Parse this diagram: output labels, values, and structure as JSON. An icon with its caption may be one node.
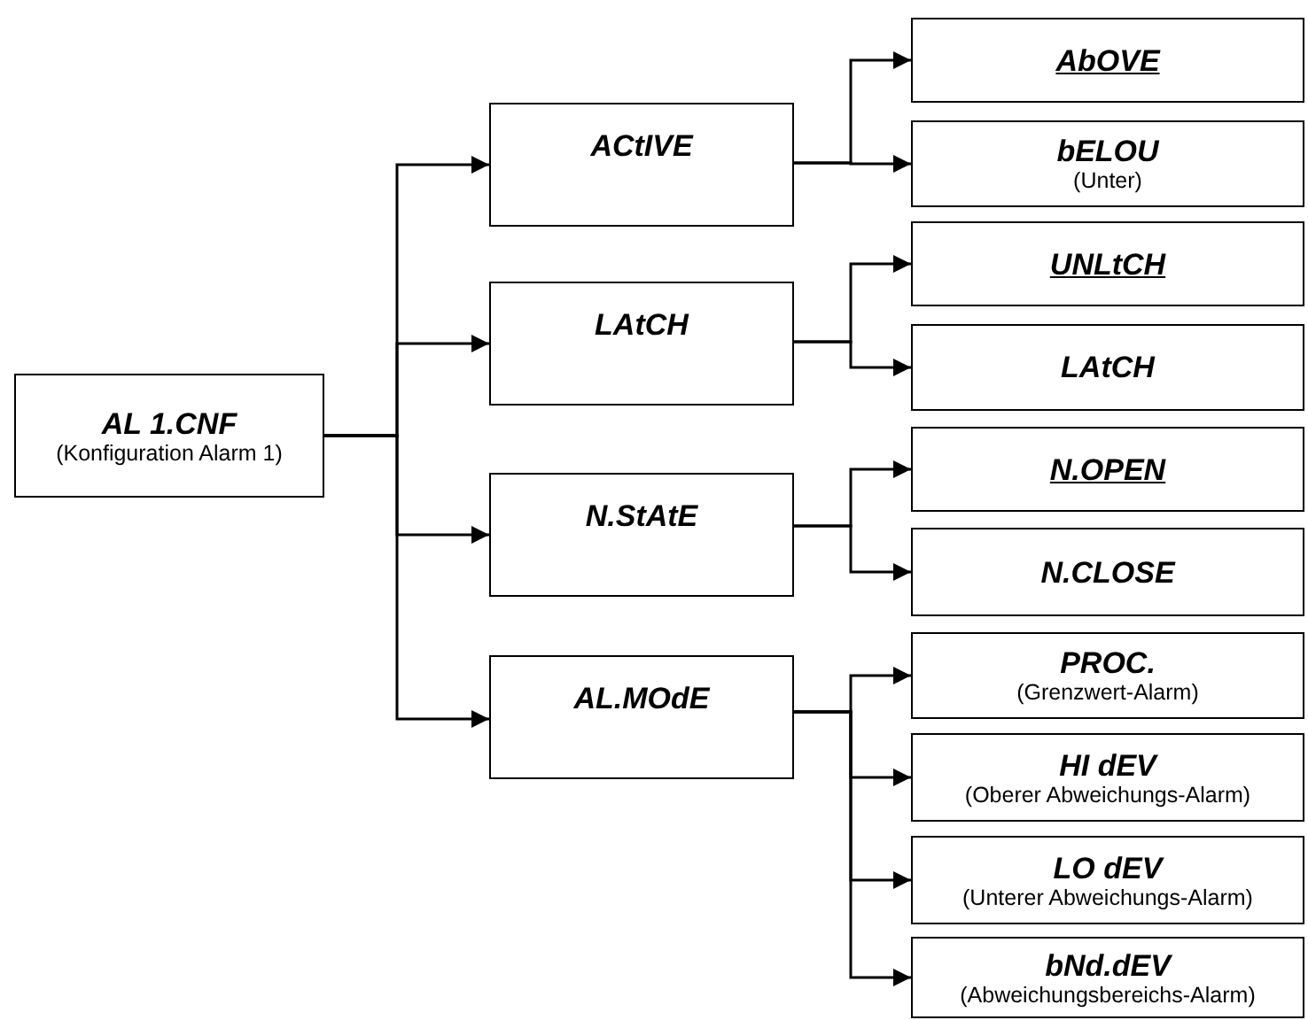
{
  "diagram": {
    "nodes": [
      {
        "text": [
          "AL 1.CNF",
          "(Konfiguration Alarm 1)"
        ]
      },
      {
        "text": [
          "ACtIVE"
        ]
      },
      {
        "text": [
          "LAtCH"
        ]
      },
      {
        "text": [
          "N.StAtE"
        ]
      },
      {
        "text": [
          "AL.MOdE"
        ]
      },
      {
        "text": [
          "AbOVE"
        ]
      },
      {
        "text": [
          "bELOU",
          "(Unter)"
        ]
      },
      {
        "text": [
          "UNLtCH"
        ]
      },
      {
        "text": [
          "LAtCH"
        ]
      },
      {
        "text": [
          "N.OPEN"
        ]
      },
      {
        "text": [
          "N.CLOSE"
        ]
      },
      {
        "text": [
          "PROC.",
          "(Grenzwert-Alarm)"
        ]
      },
      {
        "text": [
          "HI dEV",
          "(Oberer Abweichungs-Alarm)"
        ]
      },
      {
        "text": [
          "LO dEV",
          "(Unterer Abweichungs-Alarm)"
        ]
      },
      {
        "text": [
          "bNd.dEV",
          "(Abweichungsbereichs-Alarm)"
        ]
      }
    ],
    "edges": [
      {
        "from": 0,
        "to": 1,
        "arrow": "to"
      },
      {
        "from": 0,
        "to": 2,
        "arrow": "to"
      },
      {
        "from": 0,
        "to": 3,
        "arrow": "to"
      },
      {
        "from": 0,
        "to": 4,
        "arrow": "to"
      },
      {
        "from": 1,
        "to": 5,
        "arrow": "to"
      },
      {
        "from": 1,
        "to": 6,
        "arrow": "to"
      },
      {
        "from": 2,
        "to": 7,
        "arrow": "to"
      },
      {
        "from": 2,
        "to": 8,
        "arrow": "to"
      },
      {
        "from": 3,
        "to": 9,
        "arrow": "to"
      },
      {
        "from": 3,
        "to": 10,
        "arrow": "to"
      },
      {
        "from": 4,
        "to": 11,
        "arrow": "to"
      },
      {
        "from": 4,
        "to": 12,
        "arrow": "to"
      },
      {
        "from": 4,
        "to": 13,
        "arrow": "to"
      },
      {
        "from": 4,
        "to": 14,
        "arrow": "to"
      }
    ]
  }
}
